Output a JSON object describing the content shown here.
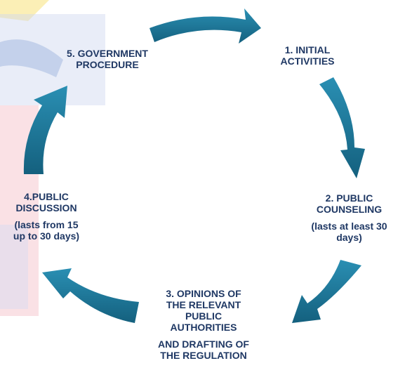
{
  "colors": {
    "arrow": "#1a6e8e",
    "arrow_highlight": "#2a8fb3",
    "text": "#1f3864",
    "bg_red": "#f6c9cf",
    "bg_blue": "#cfd7f0",
    "bg_yellow": "#f7e27a"
  },
  "diagram": {
    "steps": [
      {
        "id": "step1",
        "title": "1. INITIAL\nACTIVITIES",
        "note": ""
      },
      {
        "id": "step2",
        "title": "2. PUBLIC\nCOUNSELING",
        "note": "(lasts at least 30\ndays)"
      },
      {
        "id": "step3",
        "title": "3. OPINIONS OF\nTHE RELEVANT\nPUBLIC\nAUTHORITIES",
        "note": "AND DRAFTING OF\nTHE REGULATION"
      },
      {
        "id": "step4",
        "title": "4.PUBLIC\nDISCUSSION",
        "note": "(lasts from 15\nup to 30 days)"
      },
      {
        "id": "step5",
        "title": "5. GOVERNMENT\nPROCEDURE",
        "note": ""
      }
    ]
  }
}
